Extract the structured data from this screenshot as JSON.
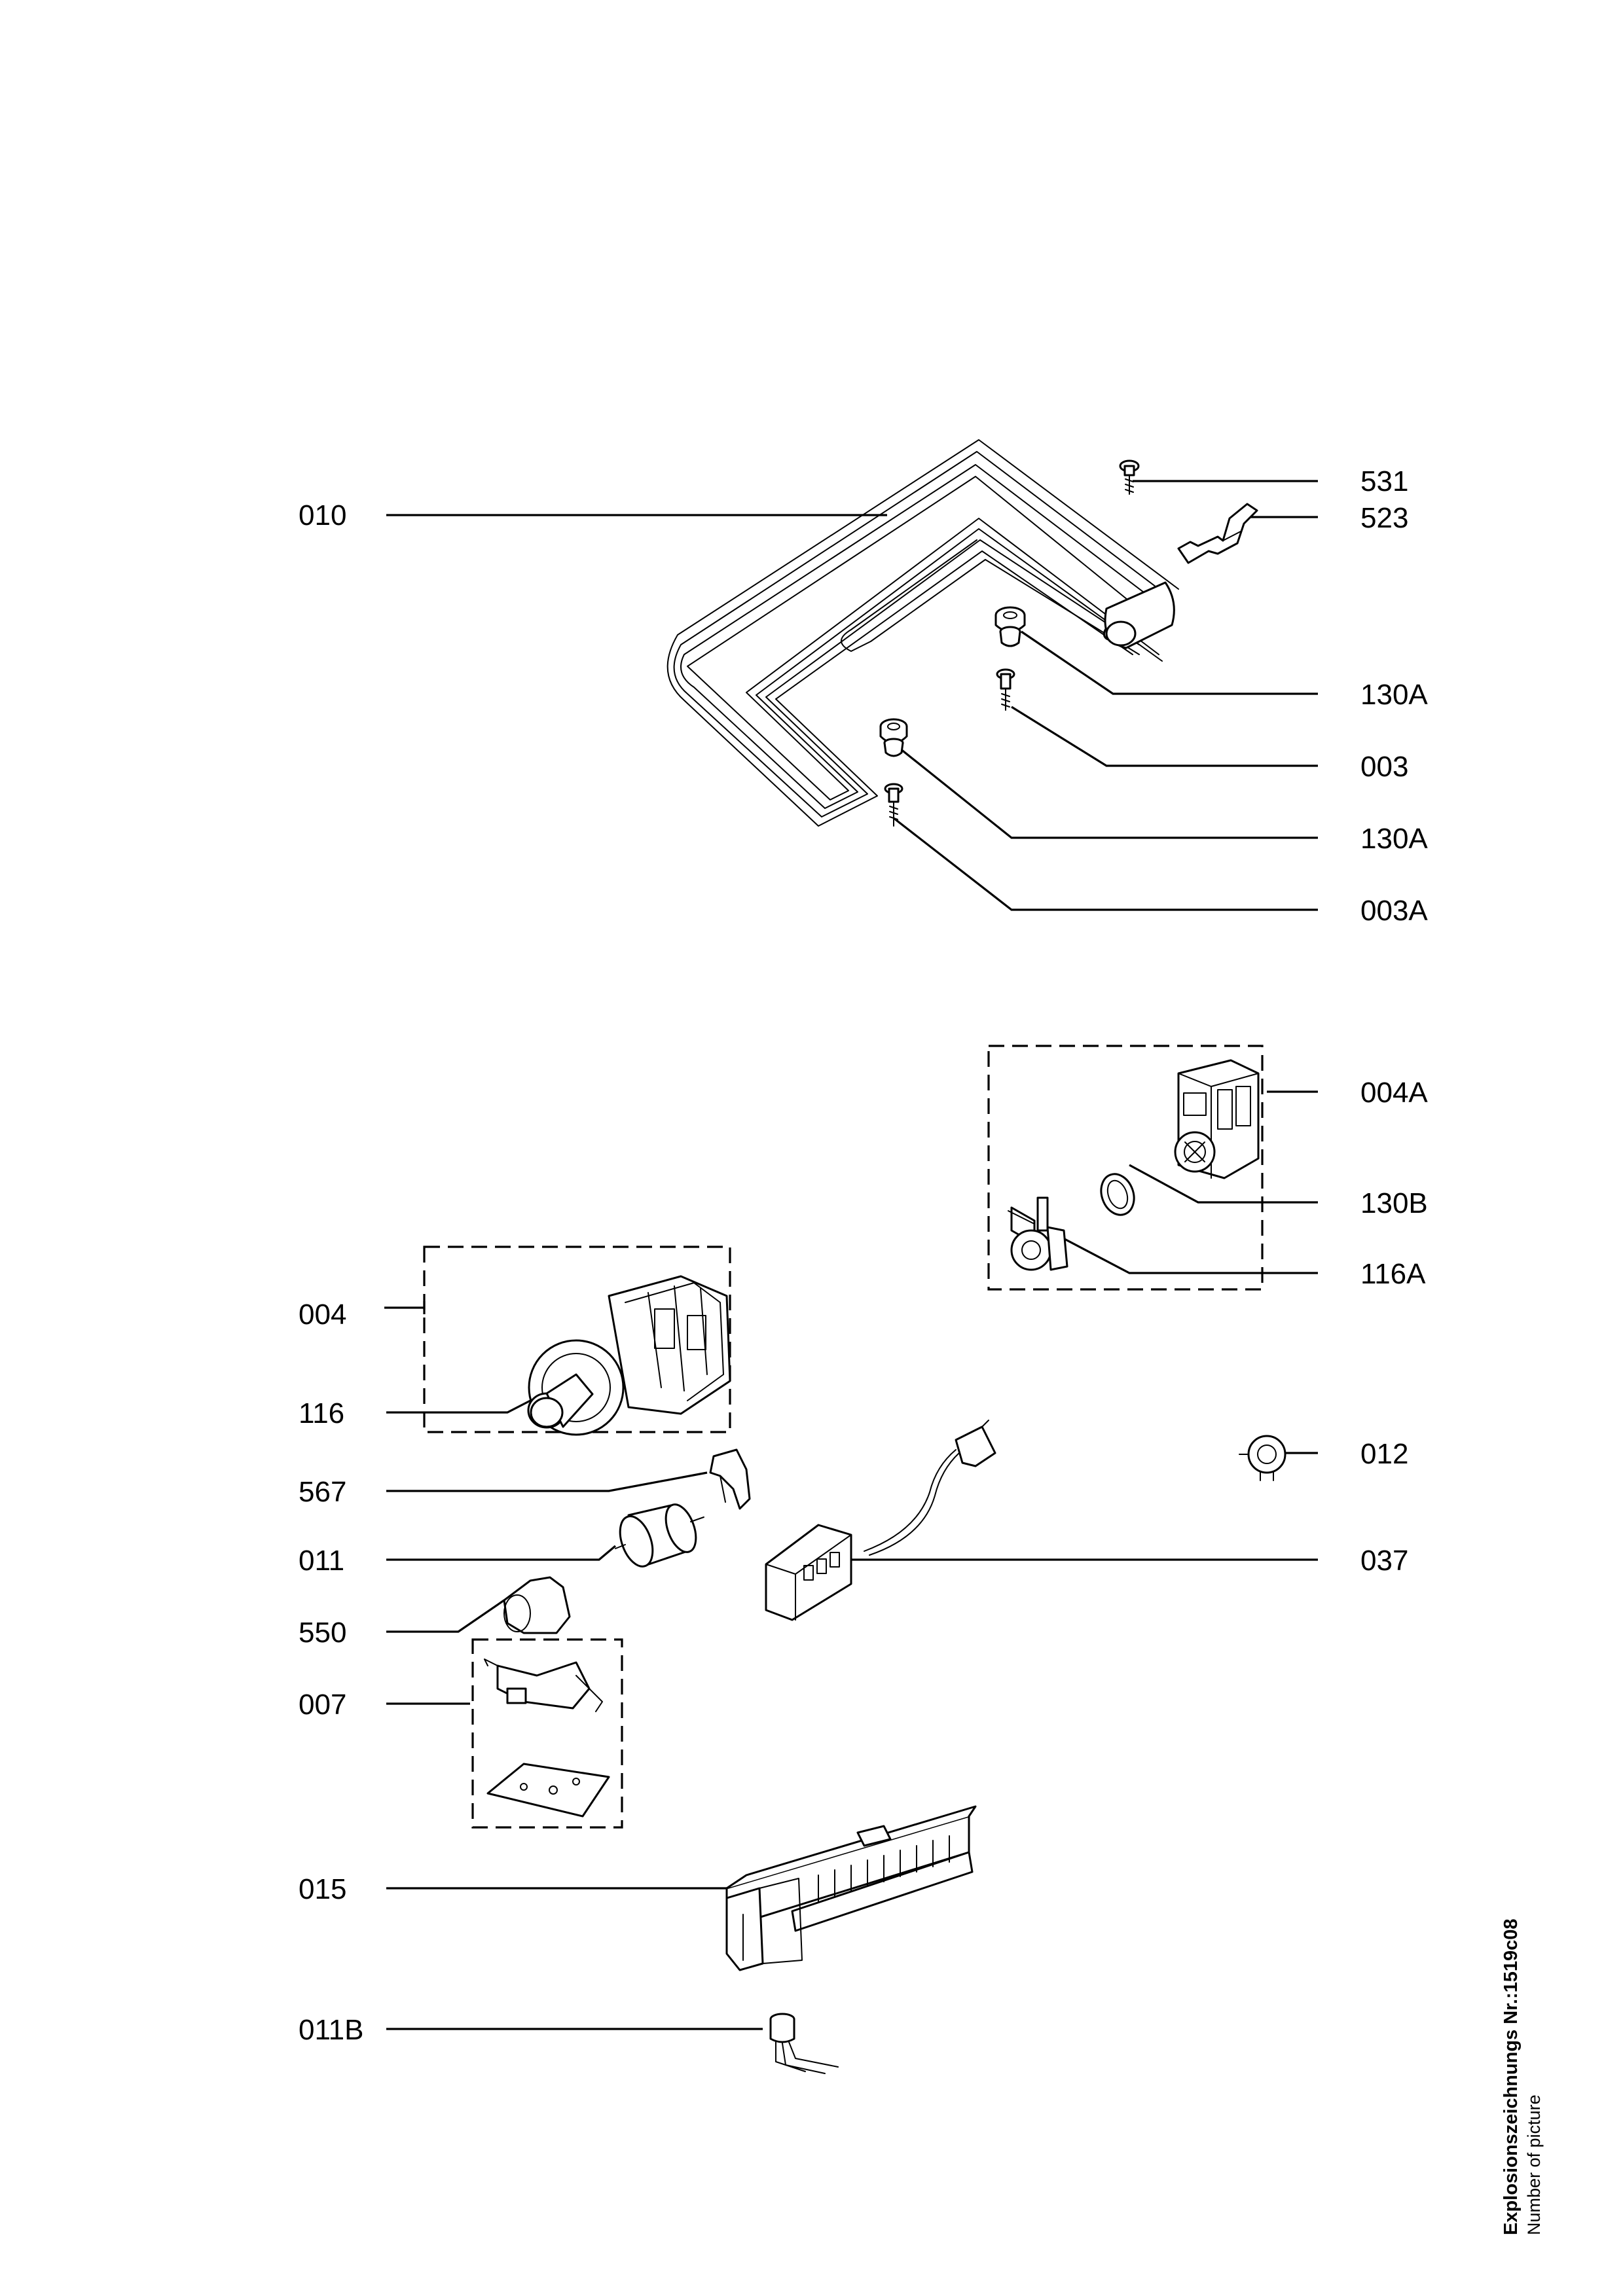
{
  "callouts": [
    {
      "id": "010",
      "text": "010"
    },
    {
      "id": "531",
      "text": "531"
    },
    {
      "id": "523",
      "text": "523"
    },
    {
      "id": "130A",
      "text": "130A"
    },
    {
      "id": "003",
      "text": "003"
    },
    {
      "id": "130A-2",
      "text": "130A"
    },
    {
      "id": "003A",
      "text": "003A"
    },
    {
      "id": "004A",
      "text": "004A"
    },
    {
      "id": "130B",
      "text": "130B"
    },
    {
      "id": "116A",
      "text": "116A"
    },
    {
      "id": "004",
      "text": "004"
    },
    {
      "id": "116",
      "text": "116"
    },
    {
      "id": "012",
      "text": "012"
    },
    {
      "id": "567",
      "text": "567"
    },
    {
      "id": "011",
      "text": "011"
    },
    {
      "id": "037",
      "text": "037"
    },
    {
      "id": "550",
      "text": "550"
    },
    {
      "id": "007",
      "text": "007"
    },
    {
      "id": "015",
      "text": "015"
    },
    {
      "id": "011B",
      "text": "011B"
    }
  ],
  "caption": {
    "line1": "Explosionszeichnungs Nr.:1519c08",
    "line2": "Number of picture"
  }
}
